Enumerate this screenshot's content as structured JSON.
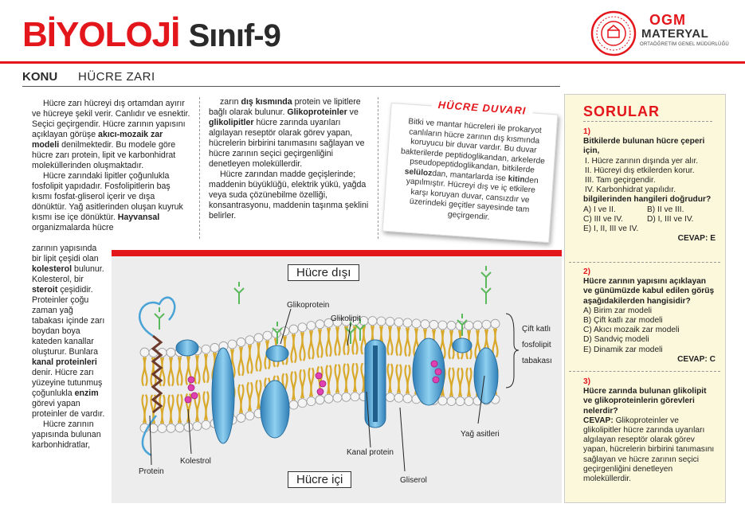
{
  "header": {
    "title_red": "BİYOLOJİ",
    "title_dark": "Sınıf-9",
    "brand_line1": "OGM",
    "brand_line2": "MATERYAL",
    "brand_line3": "ORTAÖĞRETİM GENEL MÜDÜRLÜĞÜ",
    "logo_icon": "ministry-seal-icon",
    "topic_label": "KONU",
    "topic_name": "HÜCRE ZARI"
  },
  "article": {
    "col1_top": [
      [
        {
          "t": "Hücre zarı hücreyi dış ortamdan ayırır ve hücreye şekil verir. Canlıdır ve esnektir. Seçici geçirgendir. Hücre zarının yapısını açıklayan görüşe "
        },
        {
          "b": "akıcı-mozaik zar modeli"
        },
        {
          "t": " denilmektedir. Bu modele göre hücre zarı protein, lipit ve karbonhidrat moleküllerinden oluşmaktadır."
        }
      ],
      [
        {
          "t": "Hücre zarındaki lipitler çoğunlukla fosfolipit yapıdadır. Fosfolipitlerin baş kısmı fosfat-gliserol içerir ve dışa dönüktür. Yağ asitlerinden oluşan kuyruk kısmı ise içe dönüktür. "
        },
        {
          "b": "Hayvansal"
        },
        {
          "t": " organizmalarda hücre"
        }
      ]
    ],
    "col1_bottom": [
      [
        {
          "t": "zarının yapısında bir lipit çeşidi olan "
        },
        {
          "b": "kolesterol"
        },
        {
          "t": " bulunur. Kolesterol, bir "
        },
        {
          "b": "steroit"
        },
        {
          "t": " çeşididir. Proteinler çoğu zaman yağ tabakası içinde zarı boydan boya kateden kanallar oluşturur. Bunlara "
        },
        {
          "b": "kanal proteinleri"
        },
        {
          "t": " denir. Hücre zarı yüzeyine tutunmuş çoğunlukla "
        },
        {
          "b": "enzim"
        },
        {
          "t": " görevi yapan proteinler de vardır."
        }
      ],
      [
        {
          "t": "Hücre zarının yapısında bulunan karbonhidratlar,"
        }
      ]
    ],
    "col2": [
      [
        {
          "t": "zarın "
        },
        {
          "b": "dış kısmında"
        },
        {
          "t": " protein ve lipitlere bağlı olarak bulunur. "
        },
        {
          "b": "Glikoproteinler"
        },
        {
          "t": " ve "
        },
        {
          "b": "glikolipitler"
        },
        {
          "t": " hücre zarında uyarıları algılayan reseptör olarak görev yapan, hücrelerin birbirini tanımasını sağlayan ve hücre zarının seçici geçirgenliğini denetleyen moleküllerdir."
        }
      ],
      [
        {
          "t": "Hücre zarından madde geçişlerinde; maddenin büyüklüğü, elektrik yükü, yağda veya suda çözünebilme özelliği, konsantrasyonu, maddenin taşınma şeklini belirler."
        }
      ]
    ]
  },
  "wall_card": {
    "title": "HÜCRE DUVARI",
    "body": [
      {
        "t": "Bitki ve mantar hücreleri ile prokaryot canlıların hücre zarının dış kısmında koruyucu bir duvar vardır. Bu duvar bakterilerde peptidoglikandan, arkelerde pseudopeptidoglikandan, bitkilerde "
      },
      {
        "b": "selüloz"
      },
      {
        "t": "dan, mantarlarda ise "
      },
      {
        "b": "kitin"
      },
      {
        "t": "den yapılmıştır. Hücreyi dış ve iç etkilere karşı koruyan duvar, cansızdır ve üzerindeki geçitler sayesinde tam geçirgendir."
      }
    ]
  },
  "diagram": {
    "outside_label": "Hücre dışı",
    "inside_label": "Hücre içi",
    "labels": {
      "glycoprotein": "Glikoprotein",
      "glycolipid": "Glikolipit",
      "bilayer_1": "Çift katlı",
      "bilayer_2": "fosfolipit",
      "bilayer_3": "tabakası",
      "fatty_acids": "Yağ asitleri",
      "channel_protein": "Kanal protein",
      "glycerol": "Gliserol",
      "cholesterol": "Kolestrol",
      "protein": "Protein"
    },
    "colors": {
      "head": "#f4f4f4",
      "tail": "#d9a92b",
      "protein": "#5aaed8",
      "cholesterol": "#e040b0",
      "sugar": "#5cb85c",
      "helix": "#6b3a2a"
    }
  },
  "sidebar": {
    "title": "SORULAR",
    "questions": [
      {
        "num": "1)",
        "stem": "Bitkilerde bulunan hücre çeperi için,",
        "items": [
          "I.   Hücre zarının dışında yer alır.",
          "II.  Hücreyi dış etkilerden korur.",
          "III. Tam geçirgendir.",
          "IV. Karbonhidrat yapılıdır."
        ],
        "stem2": "bilgilerinden hangileri doğrudur?",
        "options": [
          [
            "A) I ve II.",
            "B) II ve III."
          ],
          [
            "C) III ve IV.",
            "D) I, III ve IV."
          ],
          [
            "E) I, II, III ve IV.",
            ""
          ]
        ],
        "answer": "CEVAP: E"
      },
      {
        "num": "2)",
        "stem": "Hücre zarının yapısını açıklayan ve günümüzde kabul edilen görüş aşağıdakilerden hangisidir?",
        "options": [
          [
            "A) Birim zar modeli"
          ],
          [
            "B) Çift katlı zar modeli"
          ],
          [
            "C) Akıcı mozaik zar modeli"
          ],
          [
            "D) Sandviç modeli"
          ],
          [
            "E) Dinamik zar modeli"
          ]
        ],
        "answer": "CEVAP: C"
      },
      {
        "num": "3)",
        "stem": "Hücre zarında bulunan glikolipit ve glikoproteinlerin görevleri nelerdir?",
        "answer_label": "CEVAP:",
        "answer_text": "Glikoproteinler ve glikolipitler hücre zarında uyarıları algılayan reseptör olarak görev yapan, hücrelerin birbirini tanımasını sağlayan ve hücre zarının seçici geçirgenliğini denetleyen moleküllerdir."
      }
    ]
  }
}
